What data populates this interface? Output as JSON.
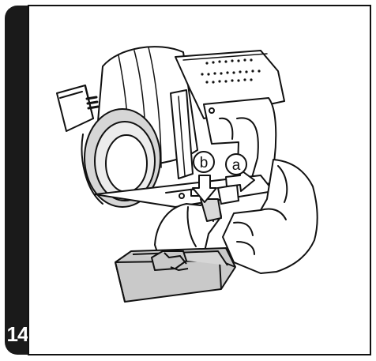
{
  "step": {
    "number": "14"
  },
  "callouts": {
    "a": "a",
    "b": "b"
  },
  "colors": {
    "sidebar": "#1a1a1a",
    "battery_fill": "#c9c9c9",
    "shading": "#d3d3d3",
    "line": "#111111",
    "arrow_fill": "#ffffff"
  },
  "icons": [
    "vacuum-handheld-illustration",
    "battery-pack-illustration",
    "left-hand-illustration",
    "right-hand-illustration",
    "release-arrow-icon",
    "slide-out-arrow-icon"
  ]
}
